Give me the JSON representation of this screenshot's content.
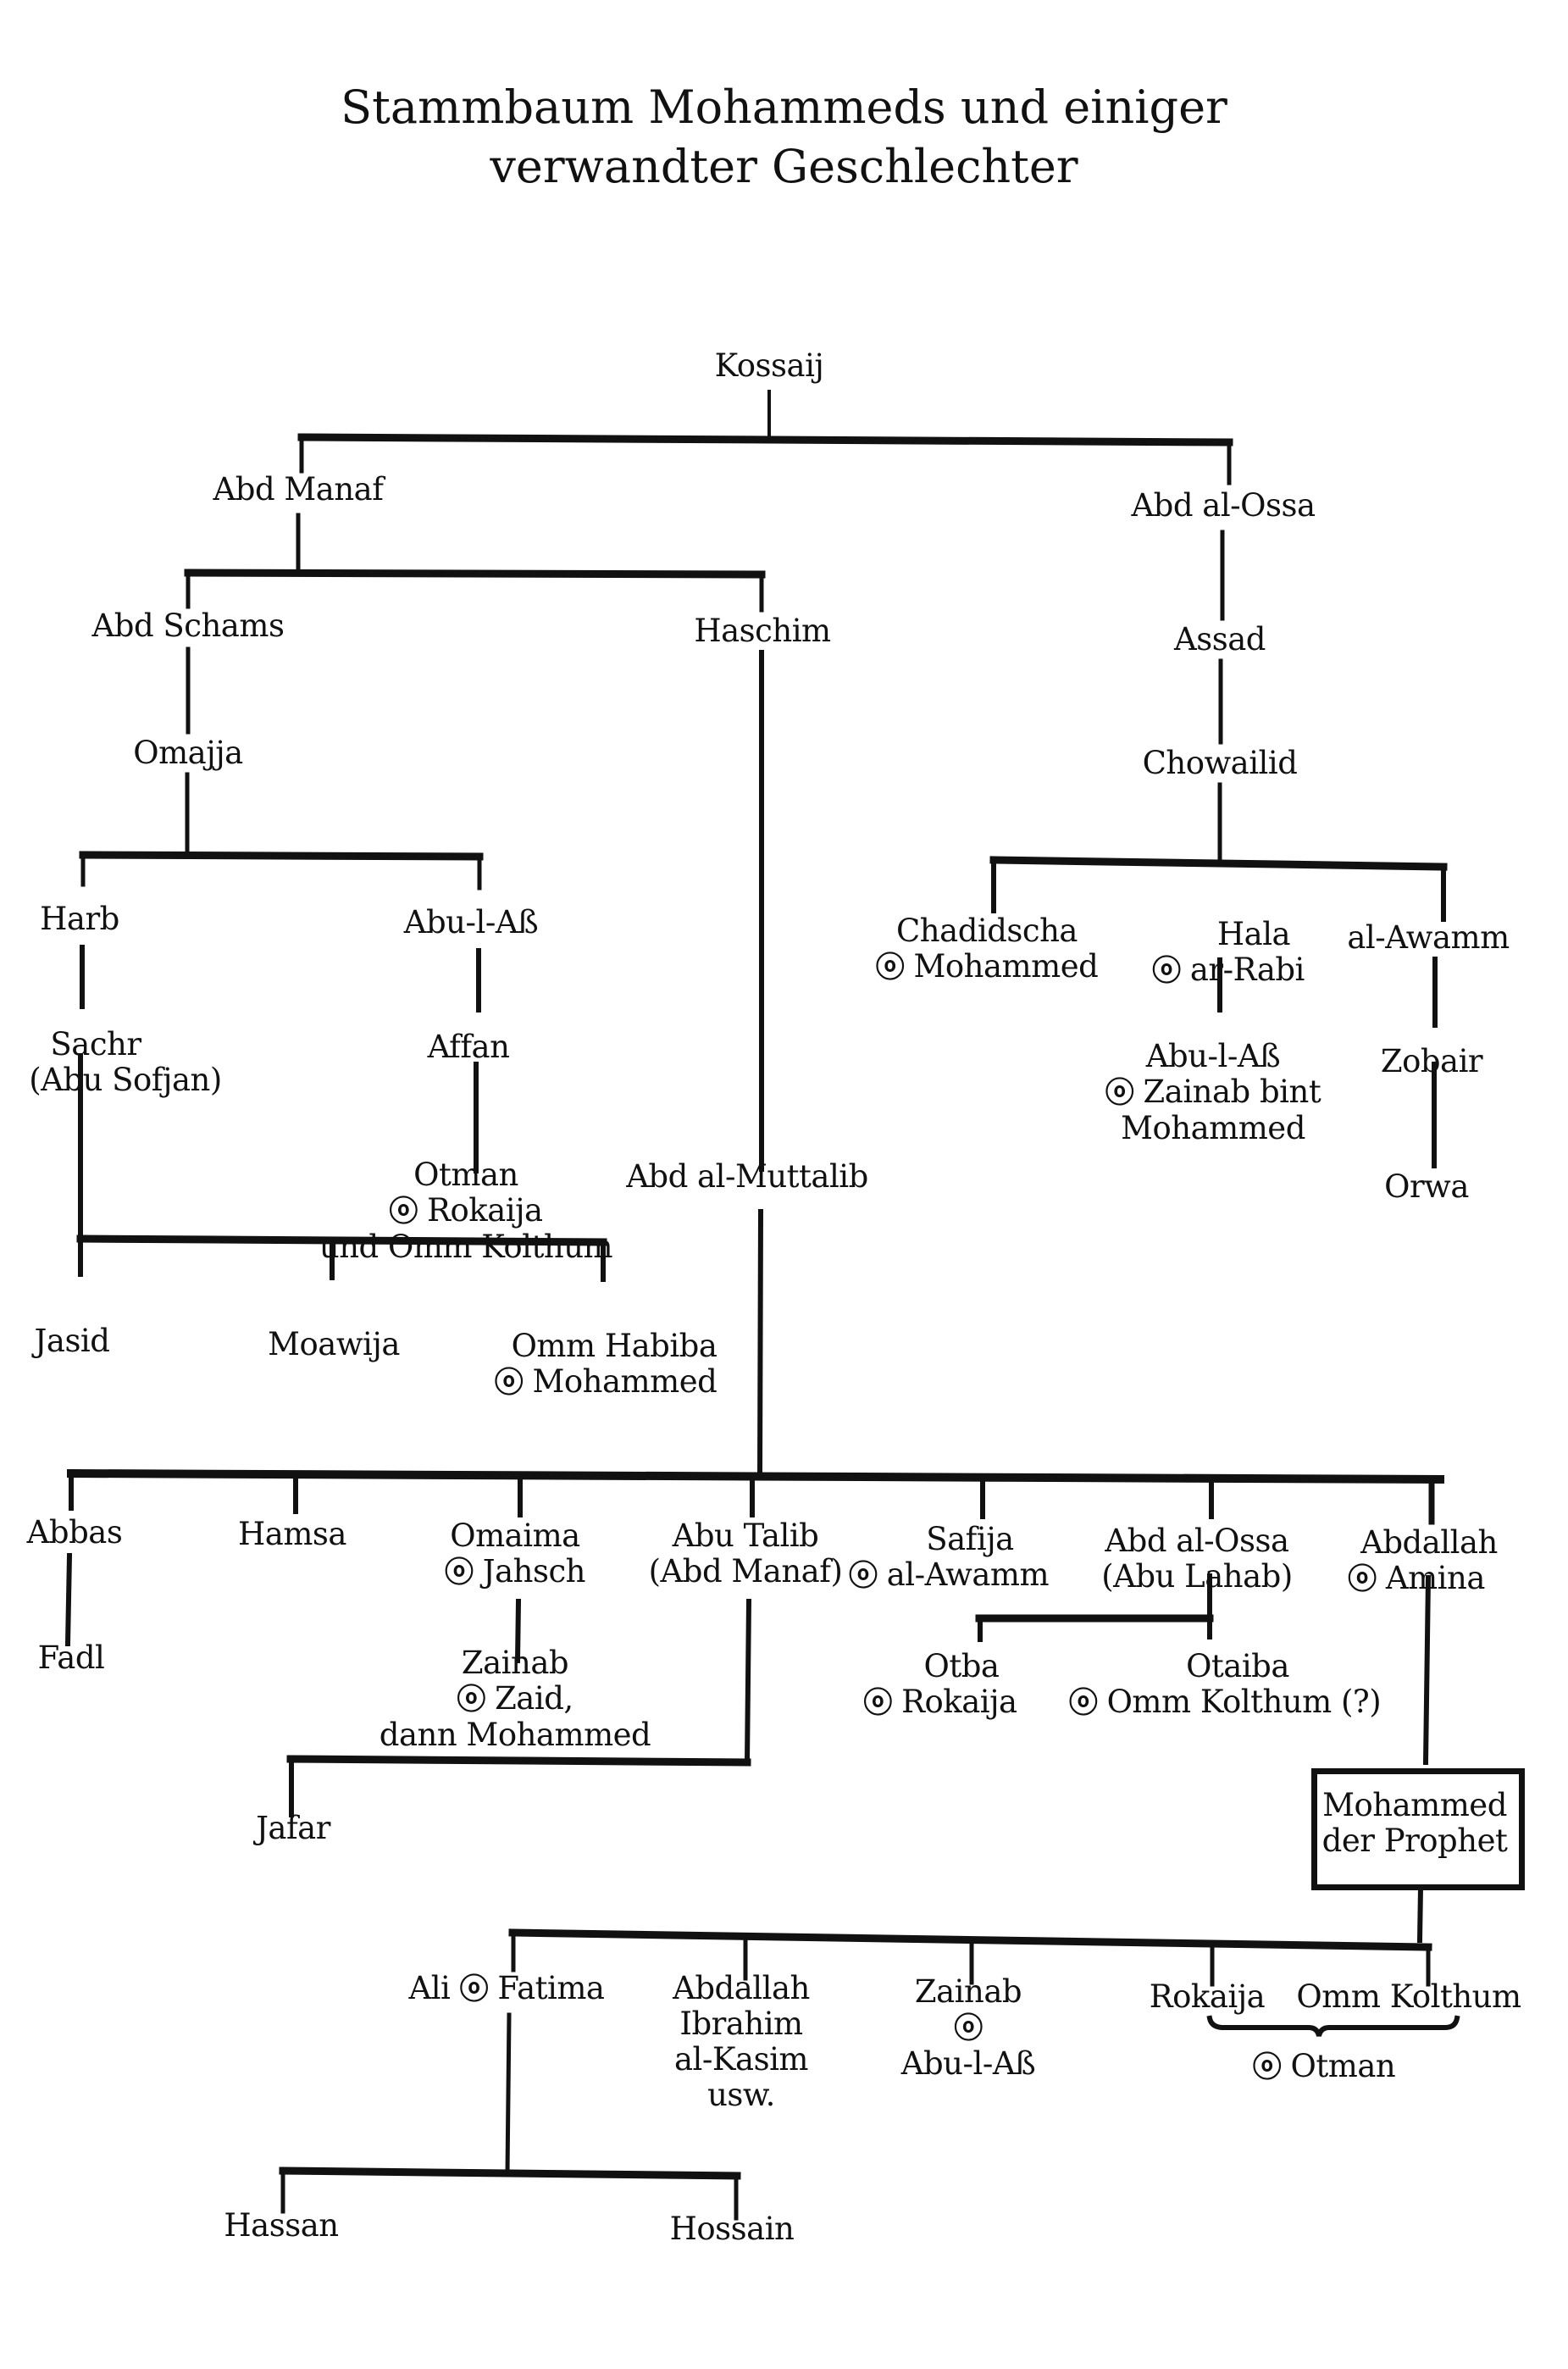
{
  "title": {
    "line1": "Stammbaum Mohammeds und einiger",
    "line2": "verwandter Geschlechter"
  },
  "marriage_symbol": "ⓞ",
  "nodes": {
    "kossaij": [
      "Kossaij"
    ],
    "abd_manaf": [
      "Abd Manaf"
    ],
    "abd_al_ossa_1": [
      "Abd al-Ossa"
    ],
    "abd_schams": [
      "Abd Schams"
    ],
    "haschim": [
      "Haschim"
    ],
    "assad": [
      "Assad"
    ],
    "chowailid": [
      "Chowailid"
    ],
    "omajja": [
      "Omajja"
    ],
    "harb": [
      "Harb"
    ],
    "abu_l_ass_1": [
      "Abu-l-Aß"
    ],
    "chadidscha": [
      "Chadidscha",
      "Mohammed"
    ],
    "hala": [
      "Hala",
      "ar-Rabi"
    ],
    "al_awamm_1": [
      "al-Awamm"
    ],
    "sachr": [
      "Sachr",
      "(Abu Sofjan)"
    ],
    "affan": [
      "Affan"
    ],
    "abu_l_ass_2": [
      "Abu-l-Aß",
      "Zainab bint",
      "Mohammed"
    ],
    "zobair": [
      "Zobair"
    ],
    "otman_1": [
      "Otman",
      "Rokaija",
      "und Omm Kolthum"
    ],
    "abd_al_muttalib": [
      "Abd al-Muttalib"
    ],
    "orwa": [
      "Orwa"
    ],
    "jasid": [
      "Jasid"
    ],
    "moawija": [
      "Moawija"
    ],
    "omm_habiba": [
      "Omm Habiba",
      "Mohammed"
    ],
    "abbas": [
      "Abbas"
    ],
    "hamsa": [
      "Hamsa"
    ],
    "omaima": [
      "Omaima",
      "Jahsch"
    ],
    "abu_talib": [
      "Abu Talib",
      "(Abd Manaf)"
    ],
    "safija": [
      "Safija",
      "al-Awamm"
    ],
    "abd_al_ossa_2": [
      "Abd al-Ossa",
      "(Abu Lahab)"
    ],
    "abdallah": [
      "Abdallah",
      "Amina"
    ],
    "fadl": [
      "Fadl"
    ],
    "zainab_1": [
      "Zainab",
      "Zaid,",
      "dann Mohammed"
    ],
    "otba": [
      "Otba",
      "Rokaija"
    ],
    "otaiba": [
      "Otaiba",
      "Omm Kolthum (?)"
    ],
    "jafar": [
      "Jafar"
    ],
    "mohammed": [
      "Mohammed",
      "der Prophet"
    ],
    "ali_fatima": [
      "Ali",
      "Fatima"
    ],
    "abdallah_2": [
      "Abdallah",
      "Ibrahim",
      "al-Kasim",
      "usw."
    ],
    "zainab_2": [
      "Zainab",
      "Abu-l-Aß"
    ],
    "rokaija": [
      "Rokaija"
    ],
    "omm_kolthum": [
      "Omm Kolthum"
    ],
    "otman_2": [
      "Otman"
    ],
    "hassan": [
      "Hassan"
    ],
    "hossain": [
      "Hossain"
    ]
  }
}
